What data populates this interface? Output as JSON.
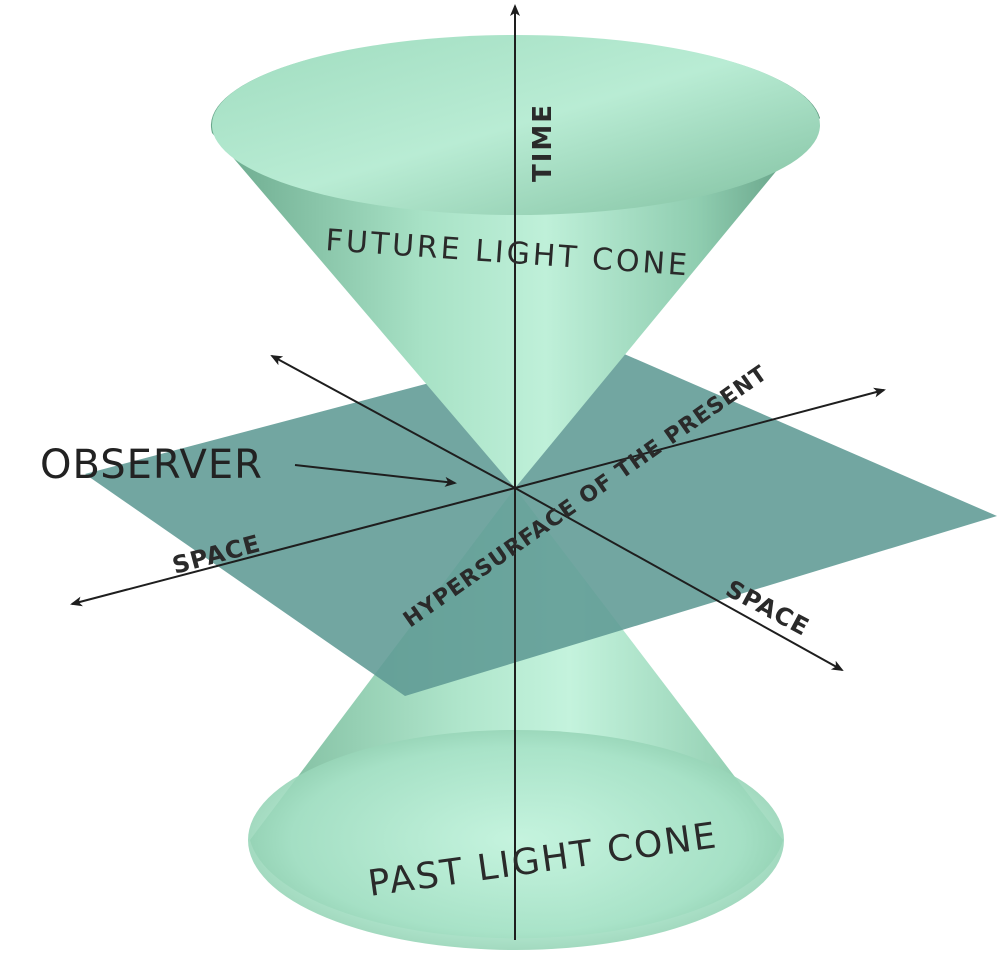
{
  "labels": {
    "time": "TIME",
    "future_cone": "FUTURE LIGHT CONE",
    "past_cone": "PAST LIGHT CONE",
    "observer": "OBSERVER",
    "space_left": "SPACE",
    "space_right": "SPACE",
    "hypersurface": "HYPERSURFACE OF THE PRESENT"
  },
  "colors": {
    "cone_light": "#bfeed8",
    "cone_mid": "#8ccfae",
    "cone_dark": "#5e9e82",
    "plane": "#5f9a94",
    "text": "#222222"
  }
}
